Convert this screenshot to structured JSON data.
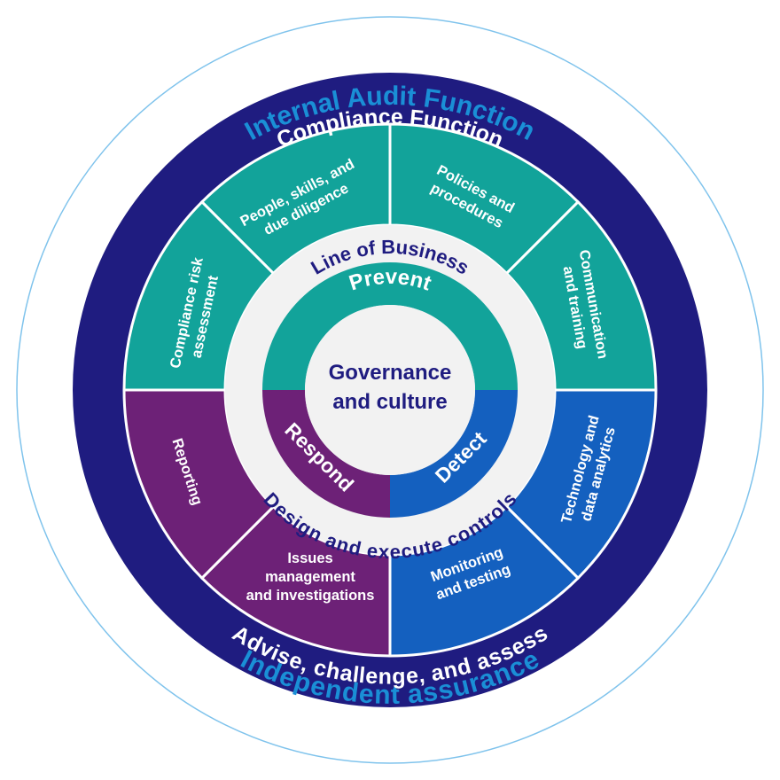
{
  "outer_ring": {
    "top_label": "Internal Audit Function",
    "bottom_label": "Independent assurance"
  },
  "compliance_ring": {
    "top_label": "Compliance Function",
    "bottom_label": "Advise, challenge, and assess"
  },
  "lob_ring": {
    "top_label": "Line of Business",
    "bottom_label": "Design and execute controls"
  },
  "segments": [
    {
      "key": "people",
      "lines": [
        "People, skills, and",
        "due diligence"
      ]
    },
    {
      "key": "policies",
      "lines": [
        "Policies and",
        "procedures"
      ]
    },
    {
      "key": "communication",
      "lines": [
        "Communication",
        "and training"
      ]
    },
    {
      "key": "technology",
      "lines": [
        "Technology and",
        "data analytics"
      ]
    },
    {
      "key": "monitoring",
      "lines": [
        "Monitoring",
        "and testing"
      ]
    },
    {
      "key": "issues",
      "lines": [
        "Issues",
        "management",
        "and investigations"
      ]
    },
    {
      "key": "reporting",
      "lines": [
        "Reporting"
      ]
    },
    {
      "key": "risk",
      "lines": [
        "Compliance risk",
        "assessment"
      ]
    }
  ],
  "inner_ring": {
    "prevent": "Prevent",
    "detect": "Detect",
    "respond": "Respond"
  },
  "center": {
    "line1": "Governance",
    "line2": "and culture"
  },
  "colors": {
    "teal": "#12a39a",
    "blue": "#1460bf",
    "purple": "#6d2177",
    "navy": "#1f1c80",
    "light_blue": "#1a8fd6"
  }
}
